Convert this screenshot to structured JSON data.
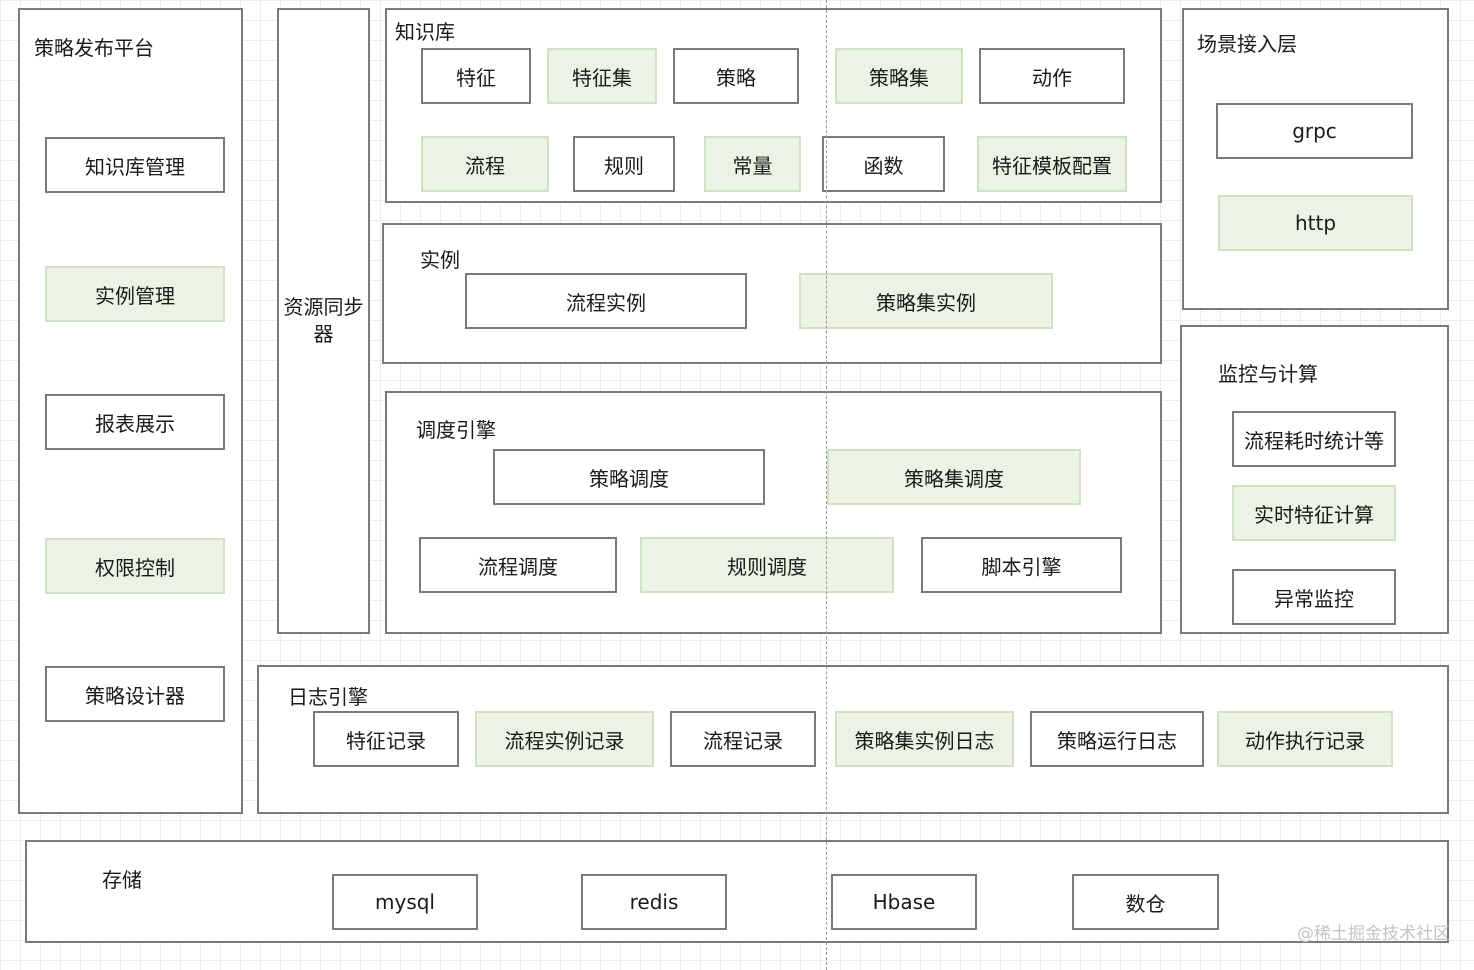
{
  "platform": {
    "title": "策略发布平台",
    "items": [
      "知识库管理",
      "实例管理",
      "报表展示",
      "权限控制",
      "策略设计器"
    ]
  },
  "sync": {
    "label": "资源同步器"
  },
  "knowledge": {
    "title": "知识库",
    "items": [
      "特征",
      "特征集",
      "策略",
      "策略集",
      "动作",
      "流程",
      "规则",
      "常量",
      "函数",
      "特征模板配置"
    ]
  },
  "instance": {
    "title": "实例",
    "items": [
      "流程实例",
      "策略集实例"
    ]
  },
  "scheduler": {
    "title": "调度引擎",
    "items": [
      "策略调度",
      "策略集调度",
      "流程调度",
      "规则调度",
      "脚本引擎"
    ]
  },
  "scene": {
    "title": "场景接入层",
    "items": [
      "grpc",
      "http"
    ]
  },
  "monitor": {
    "title": "监控与计算",
    "items": [
      "流程耗时统计等",
      "实时特征计算",
      "异常监控"
    ]
  },
  "log": {
    "title": "日志引擎",
    "items": [
      "特征记录",
      "流程实例记录",
      "流程记录",
      "策略集实例日志",
      "策略运行日志",
      "动作执行记录"
    ]
  },
  "storage": {
    "title": "存储",
    "items": [
      "mysql",
      "redis",
      "Hbase",
      "数仓"
    ]
  },
  "watermark": "@稀土掘金技术社区"
}
